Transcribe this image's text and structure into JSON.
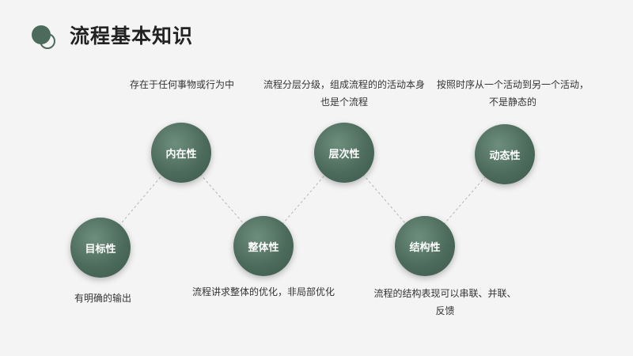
{
  "title": "流程基本知识",
  "colors": {
    "node": "#4d6b5c",
    "connector": "#b5b5b5",
    "background": "#f4f4f4"
  },
  "nodes": [
    {
      "label": "目标性",
      "desc": "有明确的输出"
    },
    {
      "label": "内在性",
      "desc": "存在于任何事物或行为中"
    },
    {
      "label": "整体性",
      "desc": "流程讲求整体的优化，非局部优化"
    },
    {
      "label": "层次性",
      "desc": "流程分层分级，组成流程的的活动本身也是个流程"
    },
    {
      "label": "结构性",
      "desc": "流程的结构表现可以串联、并联、反馈"
    },
    {
      "label": "动态性",
      "desc": "按照时序从一个活动到另一个活动，不是静态的"
    }
  ]
}
